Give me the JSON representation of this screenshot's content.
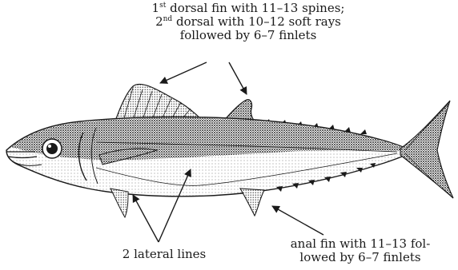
{
  "labels": {
    "dorsal": {
      "line1_num": "1",
      "line1_sup": "st",
      "line1_text": " dorsal fin with 11–13 spines;",
      "line2_num": "2",
      "line2_sup": "nd",
      "line2_text": " dorsal  with 10–12 soft rays",
      "line3": "followed by 6–7 finlets"
    },
    "lateral": "2 lateral lines",
    "anal": {
      "line1": "anal fin with 11–13 fol-",
      "line2": "lowed by 6–7 finlets"
    }
  },
  "colors": {
    "ink": "#1a1a1a",
    "background": "#ffffff"
  }
}
